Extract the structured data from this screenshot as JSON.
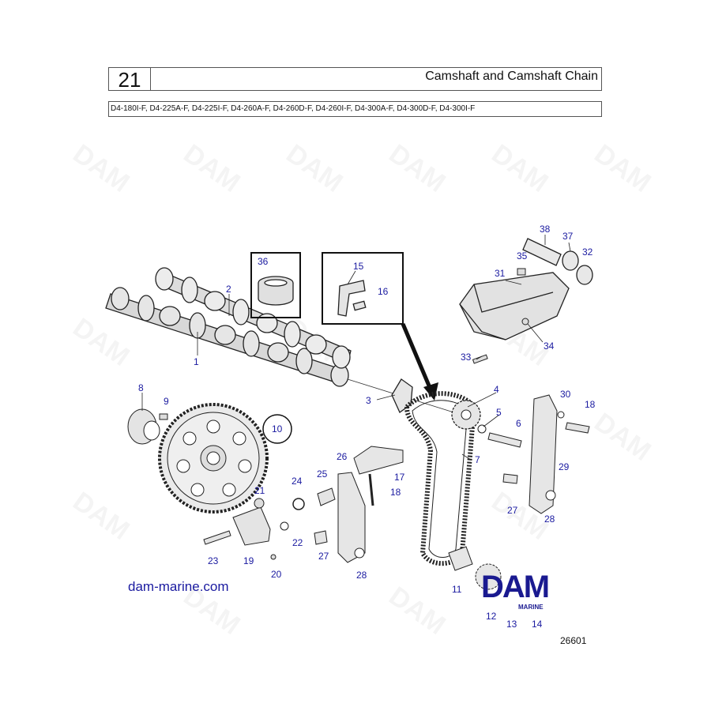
{
  "header": {
    "section_number": "21",
    "title": "Camshaft and Camshaft Chain",
    "models": "D4-180I-F, D4-225A-F, D4-225I-F, D4-260A-F, D4-260D-F, D4-260I-F, D4-300A-F, D4-300D-F, D4-300I-F"
  },
  "watermark": "DAM",
  "footer": {
    "website": "dam-marine.com",
    "drawing_number": "26601",
    "logo_text": "DAM",
    "logo_subtext": "MARINE"
  },
  "callouts": {
    "c1": "1",
    "c2": "2",
    "c3": "3",
    "c4": "4",
    "c5": "5",
    "c6": "6",
    "c7": "7",
    "c8": "8",
    "c9": "9",
    "c10": "10",
    "c11": "11",
    "c12": "12",
    "c13": "13",
    "c14": "14",
    "c15": "15",
    "c16": "16",
    "c17": "17",
    "c18a": "18",
    "c18b": "18",
    "c19": "19",
    "c20": "20",
    "c21": "21",
    "c22": "22",
    "c23": "23",
    "c24": "24",
    "c25": "25",
    "c26": "26",
    "c27a": "27",
    "c27b": "27",
    "c28a": "28",
    "c28b": "28",
    "c29": "29",
    "c30": "30",
    "c31": "31",
    "c32": "32",
    "c33": "33",
    "c34": "34",
    "c35": "35",
    "c36": "36",
    "c37": "37",
    "c38": "38"
  }
}
